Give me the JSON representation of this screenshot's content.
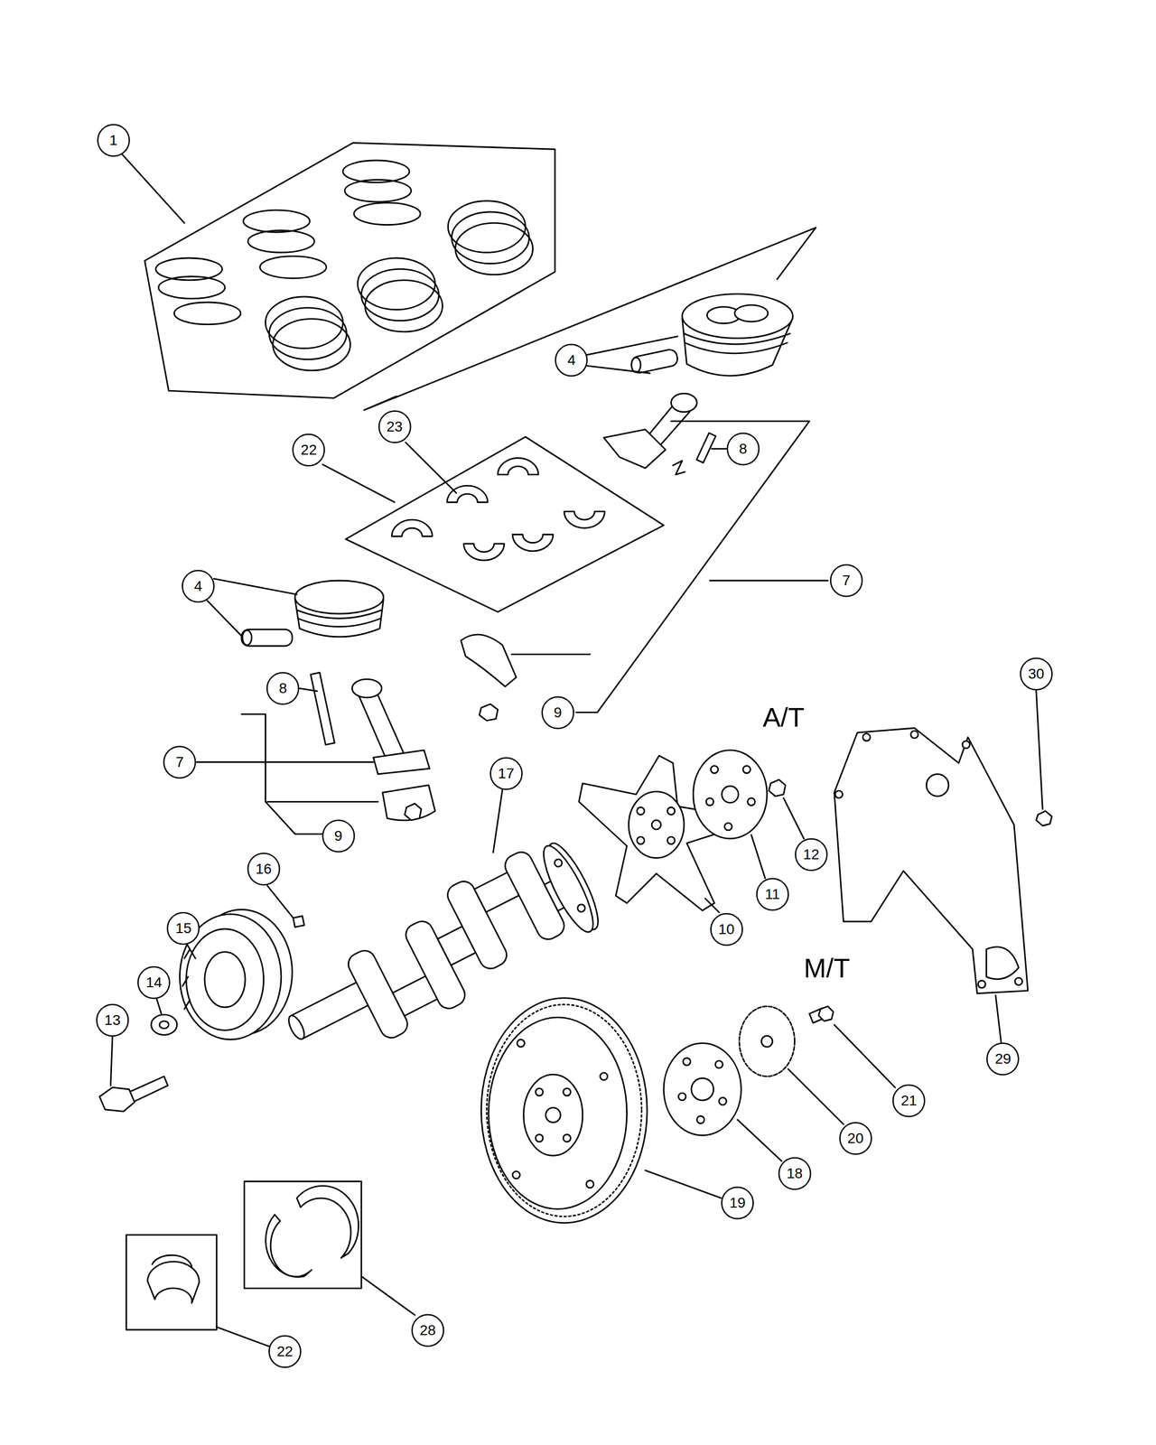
{
  "diagram": {
    "nodes": [
      {
        "text": [
          "1"
        ]
      },
      {
        "text": [
          "4"
        ]
      },
      {
        "text": [
          "23"
        ]
      },
      {
        "text": [
          "22"
        ]
      },
      {
        "text": [
          "8"
        ]
      },
      {
        "text": [
          "7"
        ]
      },
      {
        "text": [
          "4"
        ]
      },
      {
        "text": [
          "8"
        ]
      },
      {
        "text": [
          "30"
        ]
      },
      {
        "text": [
          "9"
        ]
      },
      {
        "text": [
          "7"
        ]
      },
      {
        "text": [
          "17"
        ]
      },
      {
        "text": [
          "9"
        ]
      },
      {
        "text": [
          "12"
        ]
      },
      {
        "text": [
          "16"
        ]
      },
      {
        "text": [
          "11"
        ]
      },
      {
        "text": [
          "15"
        ]
      },
      {
        "text": [
          "10"
        ]
      },
      {
        "text": [
          "14"
        ]
      },
      {
        "text": [
          "13"
        ]
      },
      {
        "text": [
          "29"
        ]
      },
      {
        "text": [
          "21"
        ]
      },
      {
        "text": [
          "20"
        ]
      },
      {
        "text": [
          "18"
        ]
      },
      {
        "text": [
          "19"
        ]
      },
      {
        "text": [
          "28"
        ]
      },
      {
        "text": [
          "22"
        ]
      }
    ],
    "labels": [
      "A/T",
      "M/T"
    ]
  }
}
